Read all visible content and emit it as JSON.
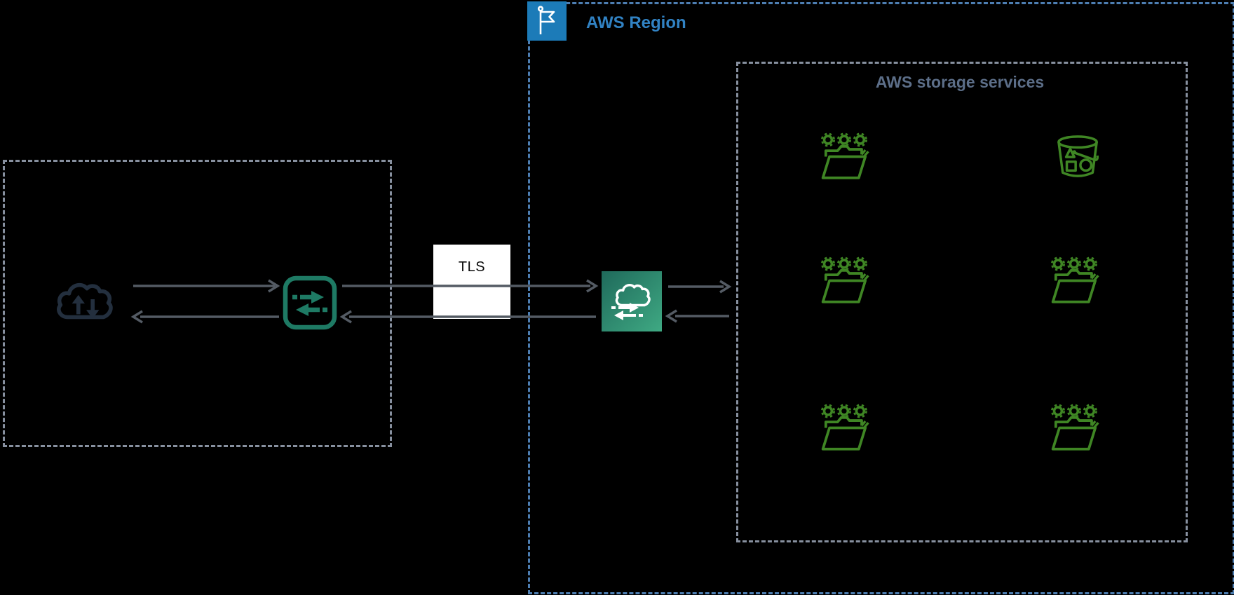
{
  "diagram": {
    "background": "#000000",
    "arrow_color": "#545B64",
    "description": "AWS architecture diagram: client traffic over TLS into an AWS Region to AWS Transfer Family, then to AWS storage services"
  },
  "region": {
    "label": "AWS Region",
    "label_color": "#3182C3",
    "border_color": "#4D7EB2",
    "flag_color": "#1C7BB8"
  },
  "client_group": {
    "border_color": "#87909F"
  },
  "storage_group": {
    "label": "AWS storage services",
    "label_color": "#5C6E88",
    "border_color": "#87909F"
  },
  "tls": {
    "label": "TLS",
    "background": "#FFFFFF",
    "text_color": "#0B0B0B"
  },
  "icons": [
    {
      "name": "upload-download-cloud-icon",
      "color": "#232F3E"
    },
    {
      "name": "transfer-protocol-icon",
      "color": "#1E7A64"
    },
    {
      "name": "aws-transfer-family-icon",
      "gradient": [
        "#1F6A5B",
        "#3FA983"
      ]
    },
    {
      "name": "file-share-icon",
      "color": "#3F8624",
      "count": 5
    },
    {
      "name": "s3-bucket-icon",
      "color": "#3F8624",
      "count": 1
    },
    {
      "name": "aws-region-flag-icon",
      "color": "#FFFFFF"
    }
  ]
}
